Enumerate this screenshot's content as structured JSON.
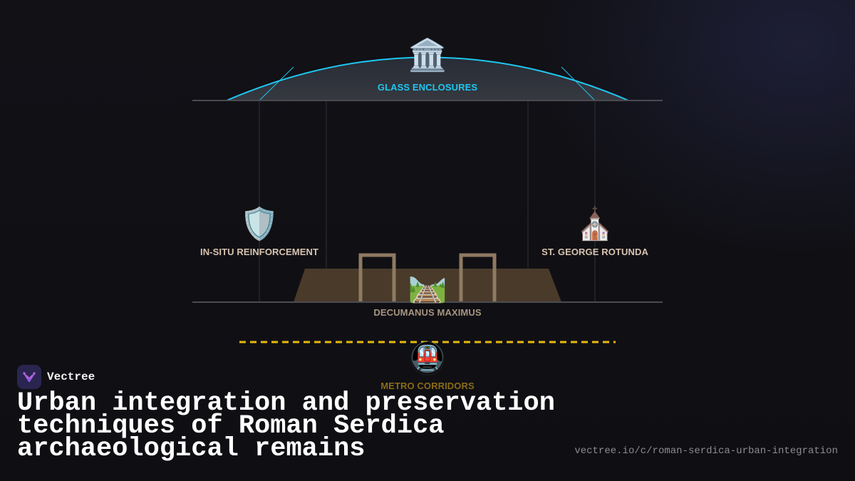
{
  "diagram": {
    "nodes": {
      "glass_enclosures": {
        "label": "GLASS ENCLOSURES",
        "icon": "classical-building-icon",
        "glyph": "🏛️",
        "color": "#1fc7f0"
      },
      "in_situ": {
        "label": "IN-SITU REINFORCEMENT",
        "icon": "shield-icon",
        "glyph": "🛡️",
        "color": "#d8c3b0"
      },
      "st_george": {
        "label": "ST. GEORGE ROTUNDA",
        "icon": "church-icon",
        "glyph": "⛪",
        "color": "#d8c3b0"
      },
      "decumanus": {
        "label": "DECUMANUS MAXIMUS",
        "icon": "railway-track-icon",
        "glyph": "🛤️",
        "color": "#a89580"
      },
      "metro": {
        "label": "METRO CORRIDORS",
        "icon": "metro-train-icon",
        "glyph": "🚇",
        "color": "#8a6a18"
      }
    },
    "colors": {
      "dome": "#1fc7f0",
      "ground": "#4a4a50",
      "excavation": "#4a3a2a",
      "gate": "#8f7a62",
      "metro_line": "#e8b80e"
    }
  },
  "brand": {
    "name": "Vectree",
    "logo_icon": "vectree-logo-icon"
  },
  "title": "Urban integration and preservation techniques of Roman Serdica archaeological remains",
  "source_url": "vectree.io/c/roman-serdica-urban-integration"
}
